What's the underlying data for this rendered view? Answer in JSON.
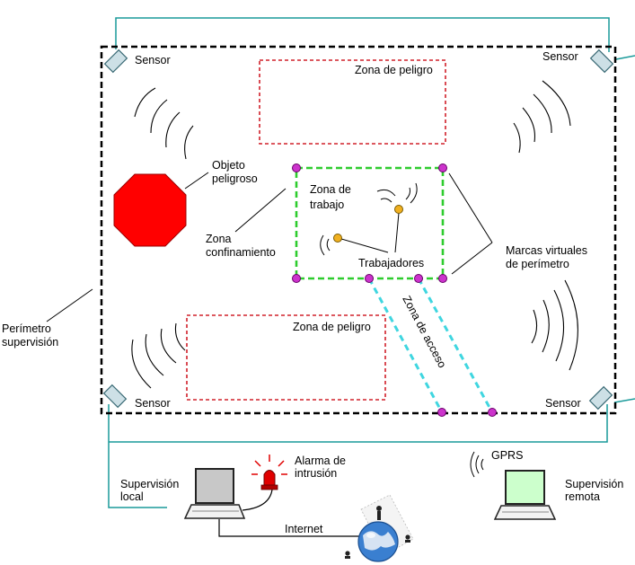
{
  "labels": {
    "sensor_tl": "Sensor",
    "sensor_tr": "Sensor",
    "sensor_bl": "Sensor",
    "sensor_br": "Sensor",
    "danger_zone_top": "Zona de peligro",
    "danger_zone_bottom": "Zona de peligro",
    "dangerous_object": [
      "Objeto",
      "peligroso"
    ],
    "work_zone": [
      "Zona de",
      "trabajo"
    ],
    "confinement_zone": [
      "Zona",
      "confinamiento"
    ],
    "workers": "Trabajadores",
    "virtual_marks": [
      "Marcas virtuales",
      "de perímetro"
    ],
    "supervised_perimeter": [
      "Perímetro",
      "supervisión"
    ],
    "access_zone": "Zona de acceso",
    "intrusion_alarm": [
      "Alarma de",
      "intrusión"
    ],
    "gprs": "GPRS",
    "local_supervision": [
      "Supervisión",
      "local"
    ],
    "remote_supervision": [
      "Supervisión",
      "remota"
    ],
    "internet": "Internet"
  },
  "colors": {
    "perimeter": "#000000",
    "danger_zone": "#d0202a",
    "work_zone": "#2ecc2e",
    "access_zone": "#3fd6e0",
    "sensor_cable": "#1a9a9a",
    "virtual_mark": "#cc33cc",
    "dangerous_object": "#ff0000",
    "worker": "#f0b020",
    "alarm": "#e00000",
    "local_screen": "#c8c8c8",
    "remote_screen": "#ccffcc",
    "globe": "#3a7fd0"
  },
  "icons": {
    "sensor": "sensor-icon",
    "laptop": "laptop-icon",
    "alarm": "siren-icon",
    "globe": "globe-icon",
    "octagon": "octagon-icon"
  }
}
